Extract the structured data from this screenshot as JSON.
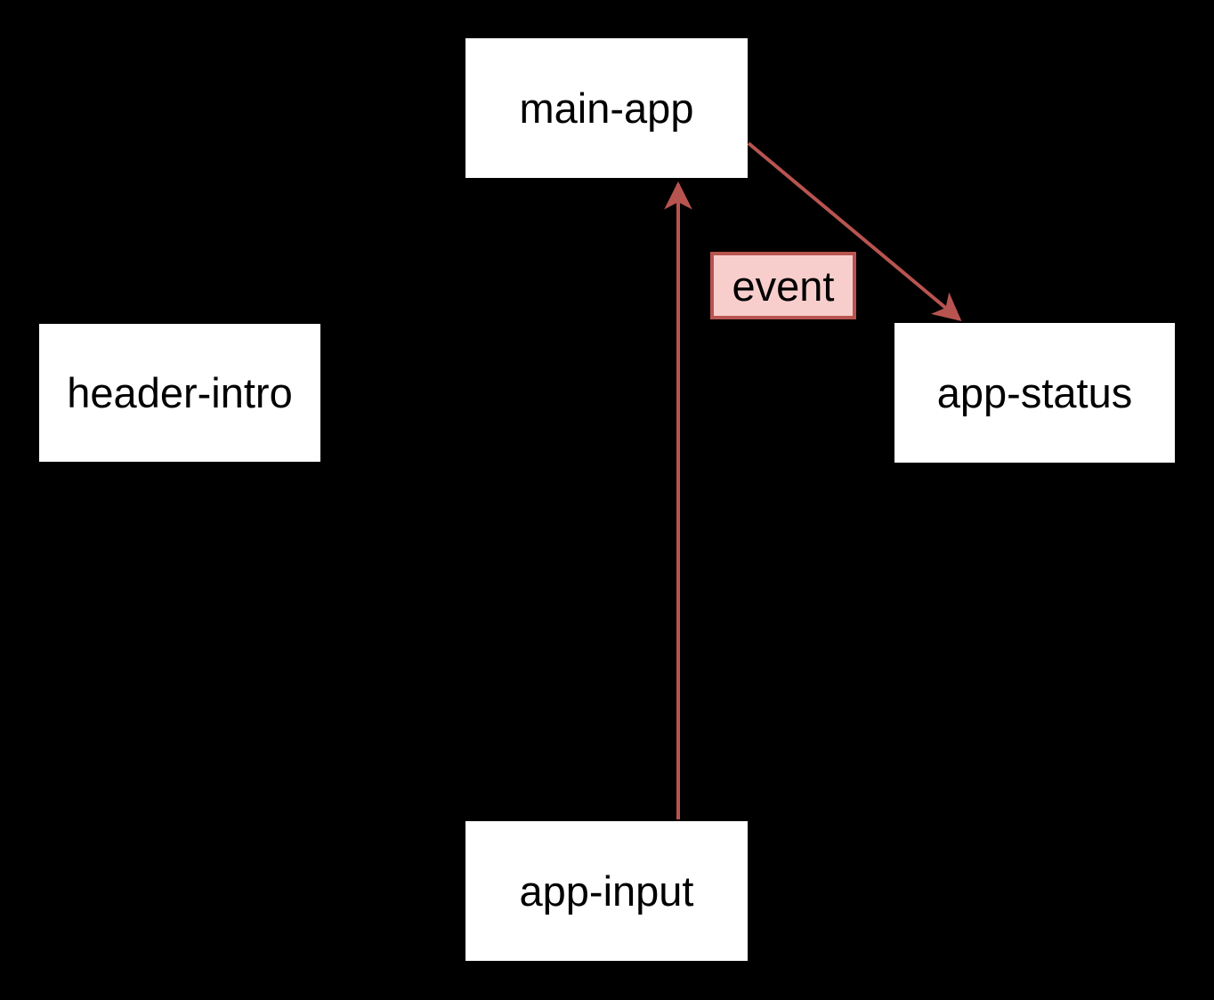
{
  "diagram": {
    "type": "component-communication-diagram",
    "background_color": "#000000",
    "node_fill_color": "#ffffff",
    "node_text_color": "#000000",
    "arrow_color": "#b85450",
    "edge_label_fill_color": "#f8cecc",
    "edge_label_border_color": "#b85450",
    "nodes": [
      {
        "id": "main-app",
        "label": "main-app"
      },
      {
        "id": "header-intro",
        "label": "header-intro"
      },
      {
        "id": "app-status",
        "label": "app-status"
      },
      {
        "id": "app-input",
        "label": "app-input"
      }
    ],
    "edges": [
      {
        "from": "main-app",
        "to": "app-status",
        "label": "event"
      },
      {
        "from": "app-input",
        "to": "main-app",
        "label": ""
      }
    ]
  }
}
